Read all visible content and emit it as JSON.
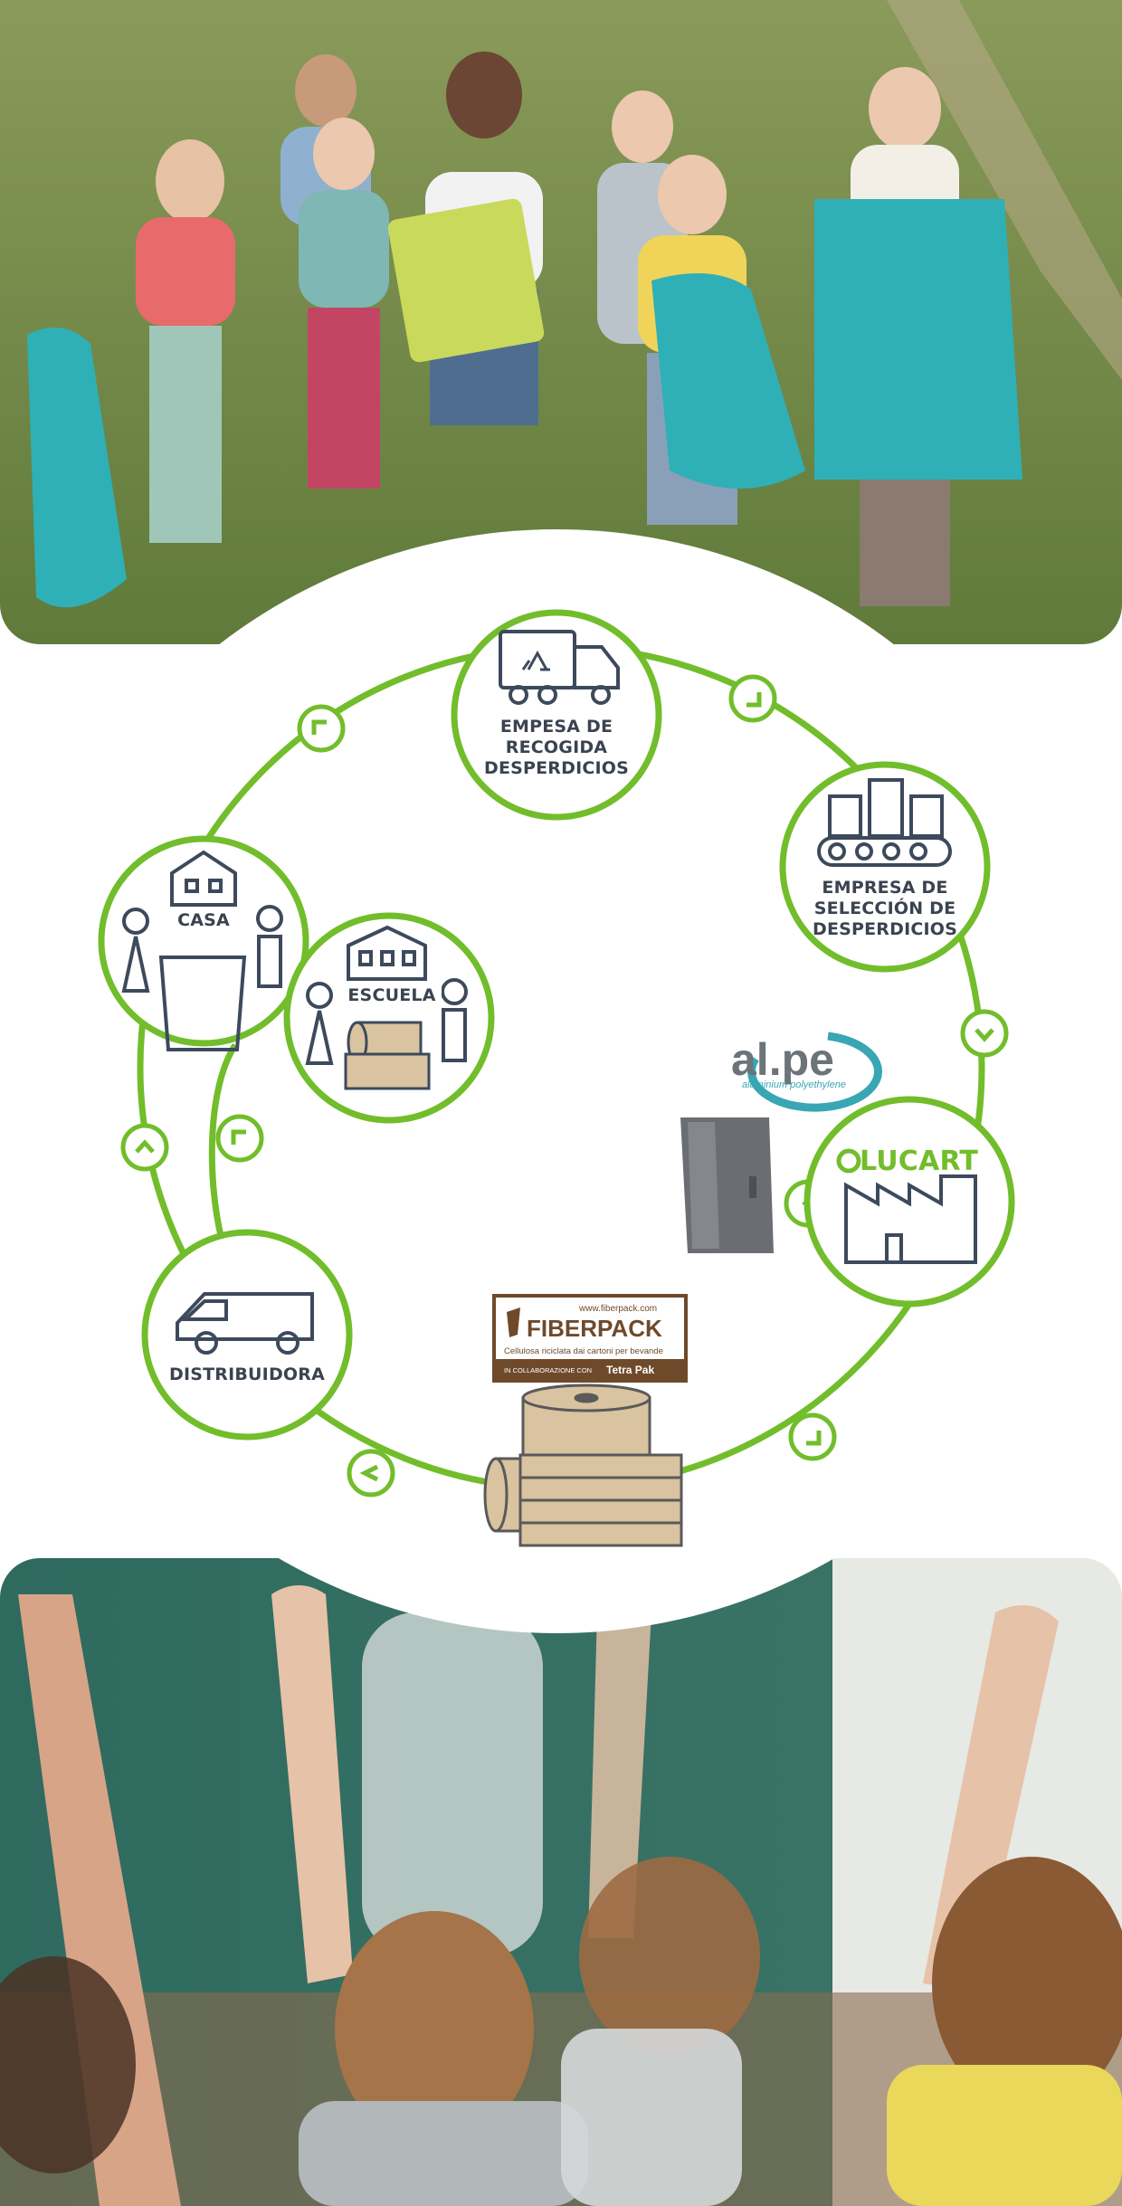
{
  "colors": {
    "accent_green": "#72bd2b",
    "icon_navy": "#3d4a5c",
    "kraft": "#d9c3a0",
    "fiberpack_brown": "#6e4a2b"
  },
  "photos": {
    "top": {
      "icon": "children-collecting-litter-photo"
    },
    "bottom": {
      "icon": "classroom-raised-hands-photo"
    }
  },
  "nodes": {
    "collection": {
      "label": "EMPESA DE RECOGIDA DESPERDICIOS",
      "icon": "recycling-truck-icon"
    },
    "sorting": {
      "label": "EMPRESA DE SELECCIÓN DE DESPERDICIOS",
      "icon": "conveyor-cartons-icon"
    },
    "lucart": {
      "label": "LUCART",
      "icon": "factory-icon"
    },
    "distributor": {
      "label": "DISTRIBUIDORA",
      "icon": "delivery-van-icon"
    },
    "home": {
      "label": "CASA",
      "icon": "house-with-bin-icon"
    },
    "school": {
      "label": "ESCUELA",
      "icon": "school-with-paper-icon"
    }
  },
  "brands": {
    "alpe": {
      "name": "al.pe",
      "subtitle": "aluminium polyethylene"
    },
    "fiberpack": {
      "url": "www.fiberpack.com",
      "name": "FIBERPACK",
      "tagline": "Cellulosa riciclata dai cartoni per bevande",
      "collab": "IN COLLABORAZIONE CON",
      "partner": "Tetra Pak"
    }
  }
}
